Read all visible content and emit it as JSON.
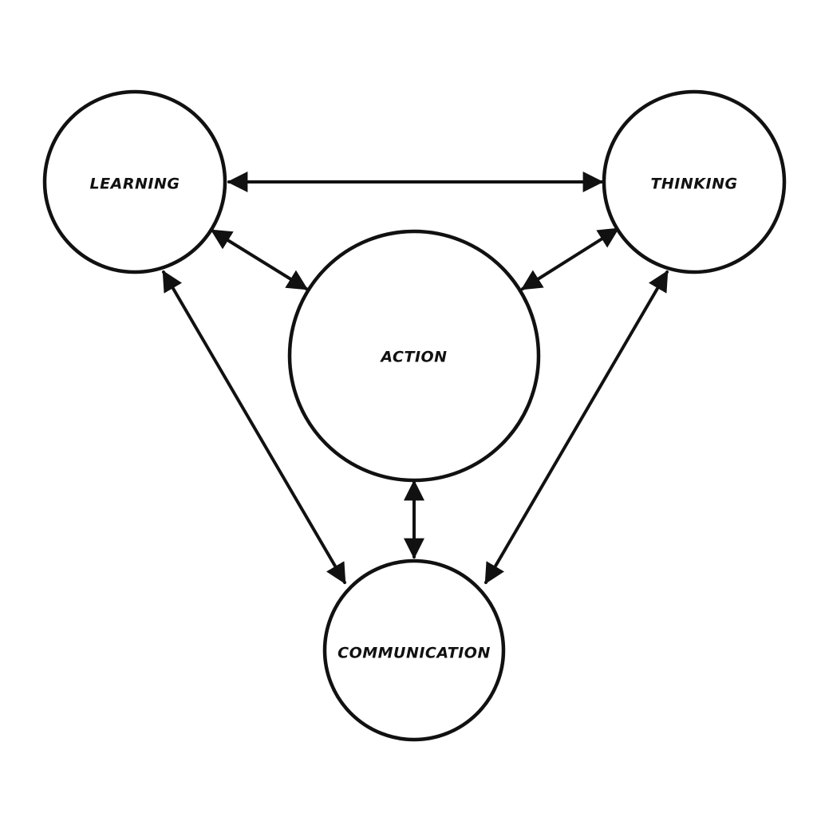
{
  "diagram": {
    "stroke_color": "#111111",
    "background_color": "#ffffff",
    "nodes": {
      "learning": {
        "label": "LEARNING"
      },
      "thinking": {
        "label": "THINKING"
      },
      "action": {
        "label": "ACTION"
      },
      "communication": {
        "label": "COMMUNICATION"
      }
    },
    "edges": [
      {
        "from": "learning",
        "to": "thinking",
        "arrows": "both"
      },
      {
        "from": "learning",
        "to": "action",
        "arrows": "both"
      },
      {
        "from": "thinking",
        "to": "action",
        "arrows": "both"
      },
      {
        "from": "action",
        "to": "communication",
        "arrows": "both"
      },
      {
        "from": "learning",
        "to": "communication",
        "arrows": "both"
      },
      {
        "from": "thinking",
        "to": "communication",
        "arrows": "both"
      }
    ]
  }
}
